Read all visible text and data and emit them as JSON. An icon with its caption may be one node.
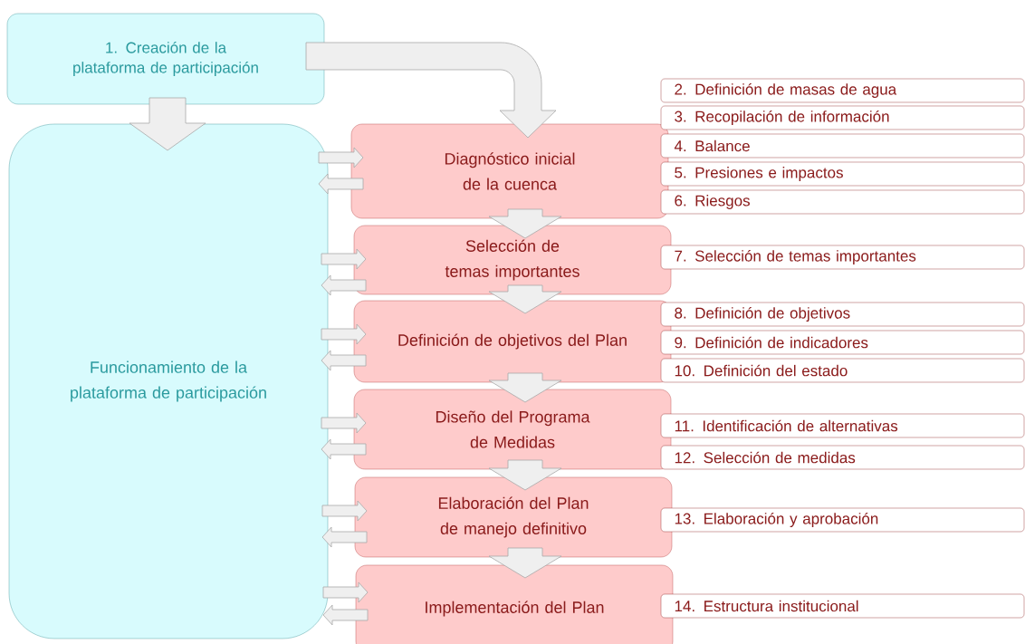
{
  "diagram": {
    "nodes": [
      {
        "text": [
          "1. Creación de la plataforma de participación"
        ]
      },
      {
        "text": [
          "Funcionamiento de la plataforma de participación"
        ]
      },
      {
        "text": [
          "Diagnóstico inicial de la cuenca"
        ]
      },
      {
        "text": [
          "Selección de temas importantes"
        ]
      },
      {
        "text": [
          "Definición de objetivos del Plan"
        ]
      },
      {
        "text": [
          "Diseño del Programa de Medidas"
        ]
      },
      {
        "text": [
          "Elaboración del Plan de manejo definitivo"
        ]
      },
      {
        "text": [
          "Implementación del Plan"
        ]
      },
      {
        "text": [
          "2. Definición de masas de agua"
        ]
      },
      {
        "text": [
          "3. Recopilación de información"
        ]
      },
      {
        "text": [
          "4. Balance"
        ]
      },
      {
        "text": [
          "5. Presiones e impactos"
        ]
      },
      {
        "text": [
          "6. Riesgos"
        ]
      },
      {
        "text": [
          "7. Selección de temas importantes"
        ]
      },
      {
        "text": [
          "8. Definición de objetivos"
        ]
      },
      {
        "text": [
          "9. Definición de indicadores"
        ]
      },
      {
        "text": [
          "10.  Definición del estado"
        ]
      },
      {
        "text": [
          "11. Identificación de alternativas"
        ]
      },
      {
        "text": [
          "12. Selección de medidas"
        ]
      },
      {
        "text": [
          "13. Elaboración y aprobación"
        ]
      },
      {
        "text": [
          "14. Estructura institucional"
        ]
      }
    ],
    "edges": [
      {
        "from": 0,
        "to": 1,
        "arrow": "to"
      },
      {
        "from": 0,
        "to": 2,
        "arrow": "to"
      },
      {
        "from": 2,
        "to": 3,
        "arrow": "to"
      },
      {
        "from": 3,
        "to": 4,
        "arrow": "to"
      },
      {
        "from": 4,
        "to": 5,
        "arrow": "to"
      },
      {
        "from": 5,
        "to": 6,
        "arrow": "to"
      },
      {
        "from": 6,
        "to": 7,
        "arrow": "to"
      },
      {
        "from": 1,
        "to": 2,
        "arrow": "to"
      },
      {
        "from": 2,
        "to": 1,
        "arrow": "to"
      },
      {
        "from": 1,
        "to": 3,
        "arrow": "to"
      },
      {
        "from": 3,
        "to": 1,
        "arrow": "to"
      },
      {
        "from": 1,
        "to": 4,
        "arrow": "to"
      },
      {
        "from": 4,
        "to": 1,
        "arrow": "to"
      },
      {
        "from": 1,
        "to": 5,
        "arrow": "to"
      },
      {
        "from": 5,
        "to": 1,
        "arrow": "to"
      },
      {
        "from": 1,
        "to": 6,
        "arrow": "to"
      },
      {
        "from": 6,
        "to": 1,
        "arrow": "to"
      },
      {
        "from": 1,
        "to": 7,
        "arrow": "to"
      },
      {
        "from": 7,
        "to": 1,
        "arrow": "to"
      }
    ]
  }
}
